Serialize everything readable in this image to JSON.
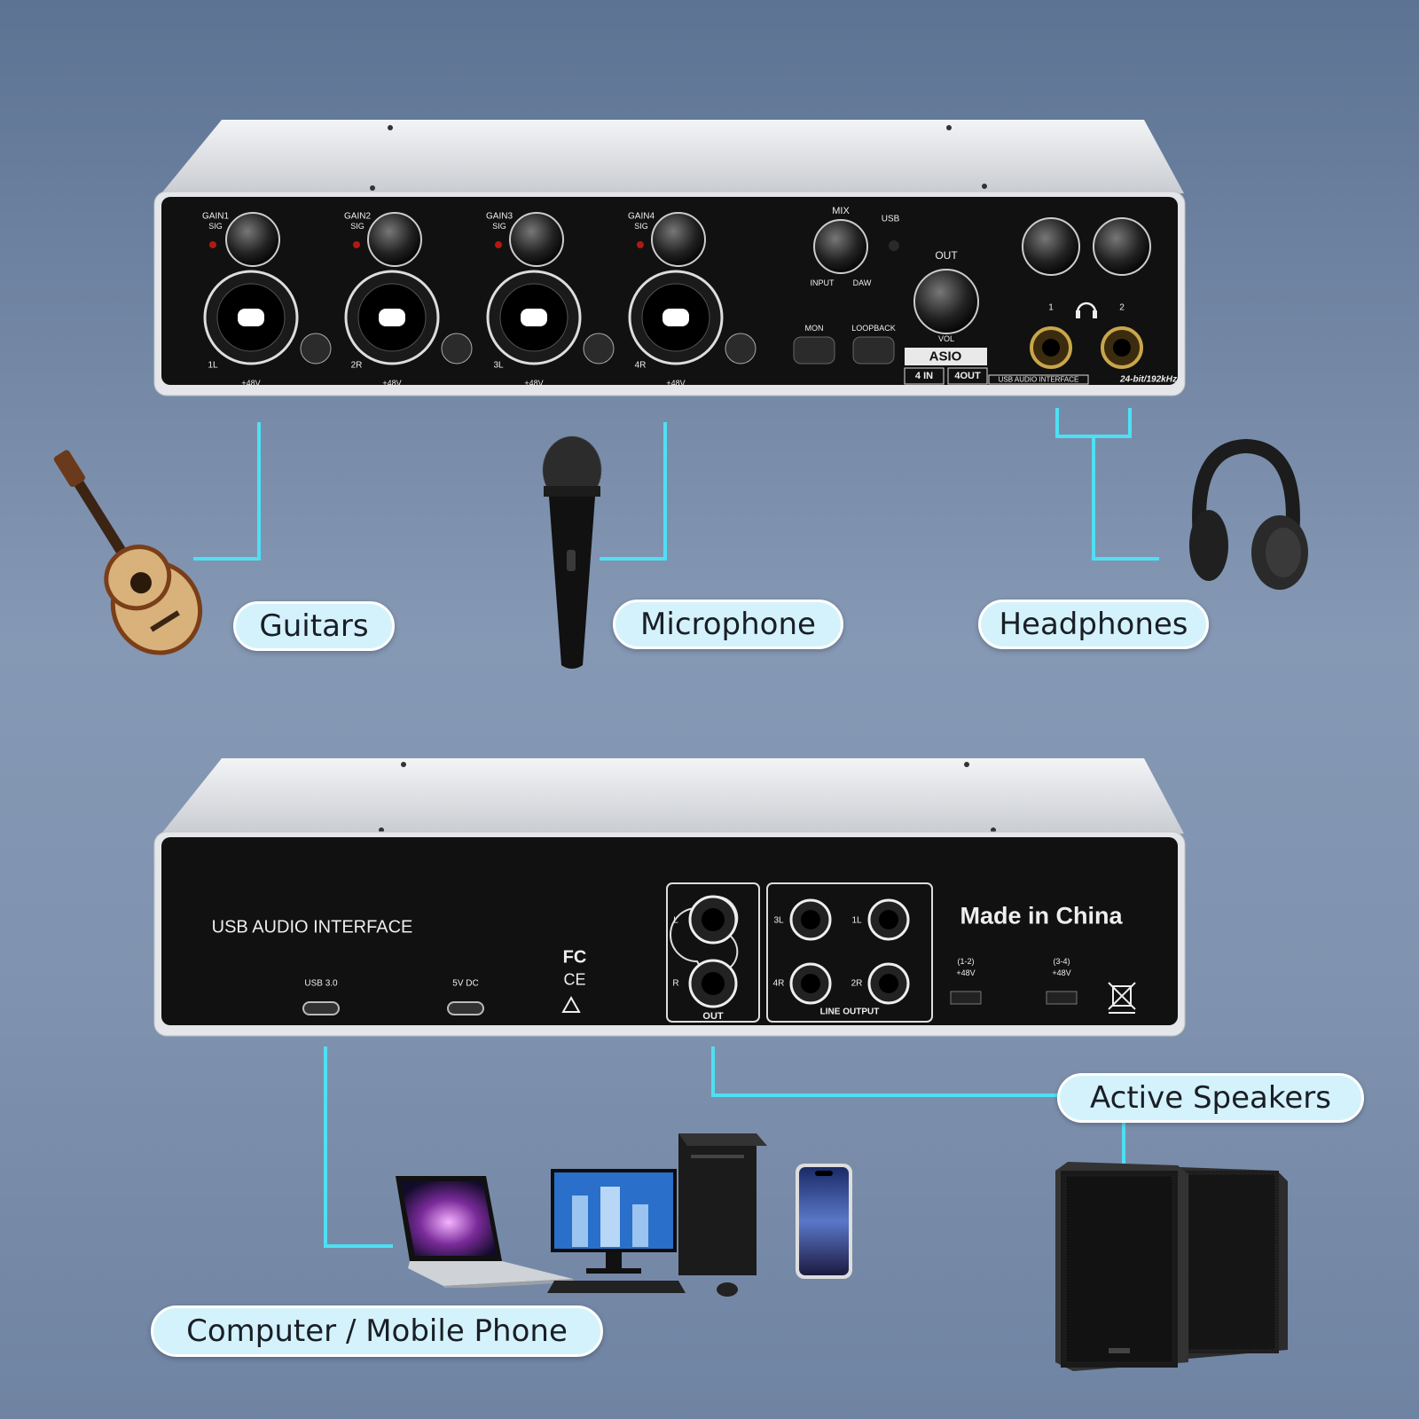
{
  "front_panel": {
    "channels": [
      {
        "gain": "GAIN1",
        "sig": "SIG",
        "input": "1L",
        "phantom": "+48V"
      },
      {
        "gain": "GAIN2",
        "sig": "SIG",
        "input": "2R",
        "phantom": "+48V"
      },
      {
        "gain": "GAIN3",
        "sig": "SIG",
        "input": "3L",
        "phantom": "+48V"
      },
      {
        "gain": "GAIN4",
        "sig": "SIG",
        "input": "4R",
        "phantom": "+48V"
      }
    ],
    "mix": "MIX",
    "usb": "USB",
    "input": "INPUT",
    "daw": "DAW",
    "out": "OUT",
    "vol": "VOL",
    "mon": "MON",
    "loopback": "LOOPBACK",
    "asio": "ASIO",
    "in_count": "4 IN",
    "out_count": "4OUT",
    "usb_audio_interface": "USB AUDIO INTERFACE",
    "bit_rate": "24-bit/192kHz",
    "hp1": "1",
    "hp2": "2"
  },
  "rear_panel": {
    "title": "USB AUDIO  INTERFACE",
    "usb3": "USB 3.0",
    "dc": "5V DC",
    "fc": "FC",
    "ce": "CE",
    "out_l": "L",
    "out_r": "R",
    "out": "OUT",
    "line_3l": "3L",
    "line_1l": "1L",
    "line_4r": "4R",
    "line_2r": "2R",
    "line_output": "LINE OUTPUT",
    "made_in": "Made in China",
    "ph12_a": "(1-2)",
    "ph12_b": "+48V",
    "ph34_a": "(3-4)",
    "ph34_b": "+48V"
  },
  "labels": {
    "guitars": "Guitars",
    "microphone": "Microphone",
    "headphones": "Headphones",
    "active_speakers": "Active Speakers",
    "computer_mobile": "Computer / Mobile Phone"
  },
  "colors": {
    "connector": "#4ee0f2",
    "pill_bg": "#d4f2fb",
    "panel": "#111111",
    "chassis": "#dfe1e4"
  }
}
